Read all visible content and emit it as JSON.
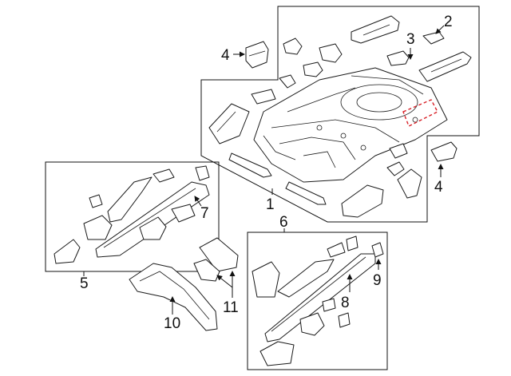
{
  "colors": {
    "line": "#1a1a1a",
    "background": "#ffffff",
    "highlight": "#d81f26"
  },
  "callouts": {
    "c1": "1",
    "c2": "2",
    "c3": "3",
    "c4a": "4",
    "c4b": "4",
    "c5": "5",
    "c6": "6",
    "c7": "7",
    "c8": "8",
    "c9": "9",
    "c10": "10",
    "c11": "11"
  }
}
